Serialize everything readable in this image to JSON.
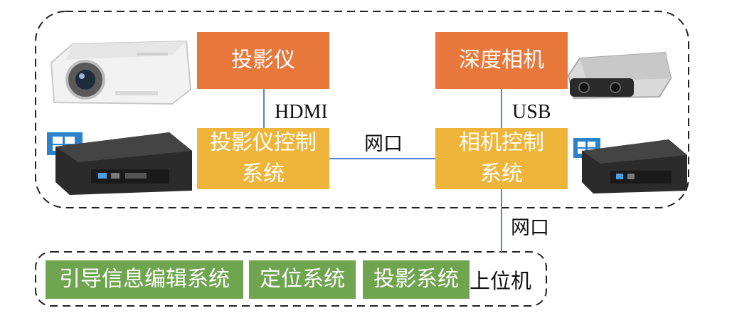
{
  "projector_box": "投影仪",
  "depth_camera_box": "深度相机",
  "projector_control_box": [
    "投影仪控制",
    "系统"
  ],
  "camera_control_box": [
    "相机控制",
    "系统"
  ],
  "link_hdmi": "HDMI",
  "link_usb": "USB",
  "link_network_mid": "网口",
  "link_network_down": "网口",
  "host_modules": [
    "引导信息编辑系统",
    "定位系统",
    "投影系统"
  ],
  "host_label": "上位机",
  "icons": {
    "projector": "projector-icon",
    "depth_camera": "depth-camera-icon",
    "mini_pc_left": "mini-pc-icon",
    "mini_pc_right": "mini-pc-icon",
    "windows": "windows-logo-icon"
  },
  "colors": {
    "orange": "#e8773c",
    "yellow": "#efb53a",
    "green": "#70a550",
    "line": "#4f86c6"
  }
}
